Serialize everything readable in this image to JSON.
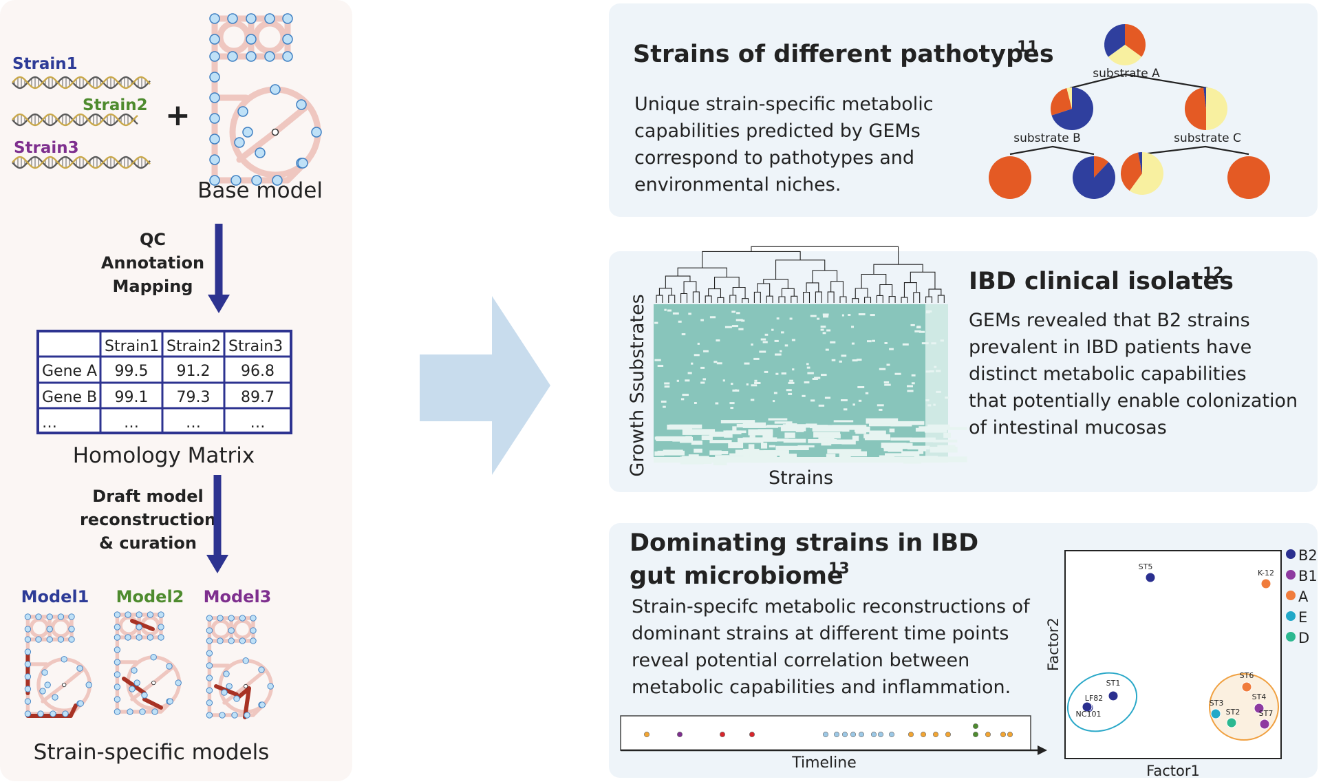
{
  "left_panel": {
    "strains": [
      {
        "label": "Strain1",
        "color": "#2d3b97"
      },
      {
        "label": "Strain2",
        "color": "#4e8b2e"
      },
      {
        "label": "Strain3",
        "color": "#7e2f8e"
      }
    ],
    "plus_sign": "+",
    "base_model_label": "Base model",
    "step1_lines": [
      "QC",
      "Annotation",
      "Mapping"
    ],
    "homology_matrix": {
      "caption": "Homology Matrix",
      "headers": [
        "",
        "Strain1",
        "Strain2",
        "Strain3"
      ],
      "rows": [
        [
          "Gene A",
          "99.5",
          "91.2",
          "96.8"
        ],
        [
          "Gene B",
          "99.1",
          "79.3",
          "89.7"
        ],
        [
          "…",
          "…",
          "…",
          "…"
        ]
      ]
    },
    "step2_lines": [
      "Draft model",
      "reconstruction",
      "& curation"
    ],
    "models": [
      {
        "label": "Model1",
        "color": "#2d3b97"
      },
      {
        "label": "Model2",
        "color": "#4e8b2e"
      },
      {
        "label": "Model3",
        "color": "#7e2f8e"
      }
    ],
    "strain_specific_label": "Strain-specific models"
  },
  "panel1": {
    "title": "Strains of different pathotypes",
    "ref": "11",
    "body_lines": [
      "Unique strain-specific metabolic",
      "capabilities predicted by GEMs",
      "correspond to pathotypes and",
      "environmental niches."
    ],
    "tree_labels": [
      "substrate A",
      "substrate B",
      "substrate C"
    ],
    "pie_colors": {
      "blue": "#2f3f9e",
      "orange": "#e45a24",
      "yellow": "#f8f0a0"
    }
  },
  "panel2": {
    "title": "IBD clinical isolates",
    "ref": "12",
    "body_lines": [
      "GEMs revealed that B2 strains",
      "prevalent in IBD patients have",
      "distinct metabolic capabilities",
      "that potentially enable colonization",
      "of intestinal mucosas"
    ],
    "heatmap_ylabel": "Growth Ssubstrates",
    "heatmap_xlabel": "Strains",
    "heatmap_color": "#88c5bb"
  },
  "panel3": {
    "title_lines": [
      "Dominating strains  in IBD",
      "gut microbiome"
    ],
    "ref": "13",
    "body_lines": [
      "Strain-specifc metabolic reconstructions of",
      "dominant strains at different time points",
      "reveal potential correlation between",
      "metabolic capabilities and inflammation."
    ],
    "timeline_label": "Timeline",
    "chart": {
      "xlabel": "Factor1",
      "ylabel": "Factor2",
      "legend": [
        {
          "label": "B2",
          "color": "#2a2f8f"
        },
        {
          "label": "B1",
          "color": "#8e3aa0"
        },
        {
          "label": "A",
          "color": "#f07c3c"
        },
        {
          "label": "E",
          "color": "#21a8c8"
        },
        {
          "label": "D",
          "color": "#2cb890"
        }
      ],
      "point_labels": [
        "ST5",
        "K-12",
        "ST1",
        "LF82",
        "NC101",
        "ST6",
        "ST3",
        "ST4",
        "ST2",
        "ST7"
      ]
    }
  }
}
